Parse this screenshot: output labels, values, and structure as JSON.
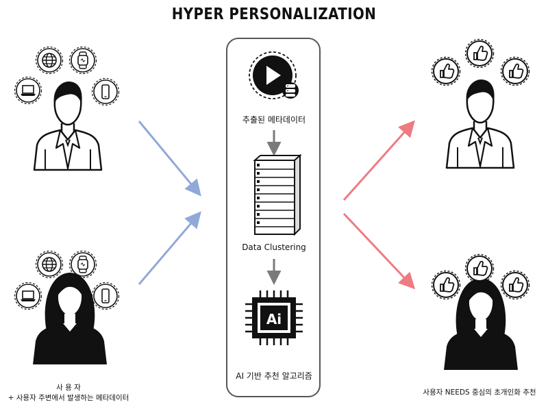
{
  "title": "HYPER PERSONALIZATION",
  "center": {
    "step1_label": "추출된 메타데이터",
    "step2_label": "Data Clustering",
    "step3_label": "AI 기반 추천 알고리즘",
    "ai_chip_text": "Ai"
  },
  "left": {
    "caption_line1": "사 용 자",
    "caption_line2": "+ 사용자 주변에서 발생하는 메타데이터"
  },
  "right": {
    "caption": "사용자 NEEDS 중심의 초개인화 추천"
  },
  "colors": {
    "blue_arrow": "#90A9D8",
    "red_arrow": "#EE7B82",
    "dark": "#111111",
    "gray_arrow": "#7a7a7a"
  },
  "icons": [
    "globe-icon",
    "smartwatch-icon",
    "laptop-icon",
    "smartphone-icon",
    "thumbs-up-icon",
    "play-icon",
    "database-icon",
    "server-icon",
    "ai-chip-icon"
  ]
}
